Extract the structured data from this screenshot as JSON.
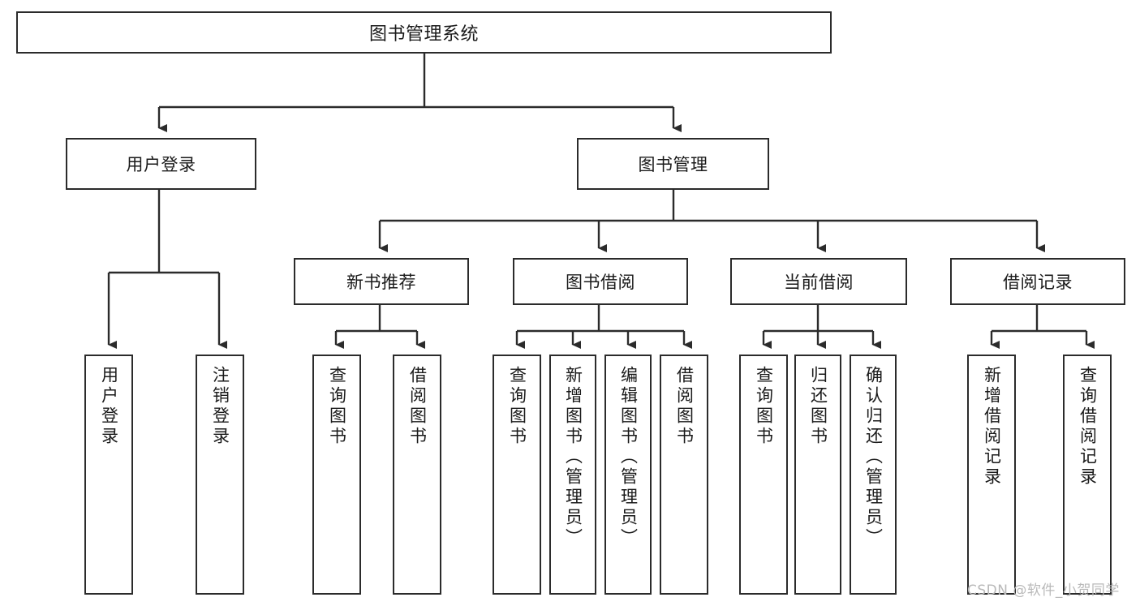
{
  "diagram": {
    "title": "图书管理系统",
    "type": "tree-hierarchy-diagram",
    "stroke_color": "#2b2b2b",
    "text_color": "#1a1a1a",
    "background_color": "#ffffff"
  },
  "nodes": {
    "root": {
      "label": "图书管理系统"
    },
    "level2": [
      {
        "label": "用户登录"
      },
      {
        "label": "图书管理"
      }
    ],
    "level3": [
      {
        "label": "新书推荐"
      },
      {
        "label": "图书借阅"
      },
      {
        "label": "当前借阅"
      },
      {
        "label": "借阅记录"
      }
    ],
    "leaves": {
      "user_login": [
        {
          "label": "用户登录"
        },
        {
          "label": "注销登录"
        }
      ],
      "new_book": [
        {
          "label": "查询图书"
        },
        {
          "label": "借阅图书"
        }
      ],
      "book_borrow": [
        {
          "label": "查询图书"
        },
        {
          "label": "新增图书（管理员）"
        },
        {
          "label": "编辑图书（管理员）"
        },
        {
          "label": "借阅图书"
        }
      ],
      "current_borrow": [
        {
          "label": "查询图书"
        },
        {
          "label": "归还图书"
        },
        {
          "label": "确认归还（管理员）"
        }
      ],
      "borrow_record": [
        {
          "label": "新增借阅记录"
        },
        {
          "label": "查询借阅记录"
        }
      ]
    }
  },
  "watermark": {
    "text": "CSDN @软件_小贺同学"
  }
}
